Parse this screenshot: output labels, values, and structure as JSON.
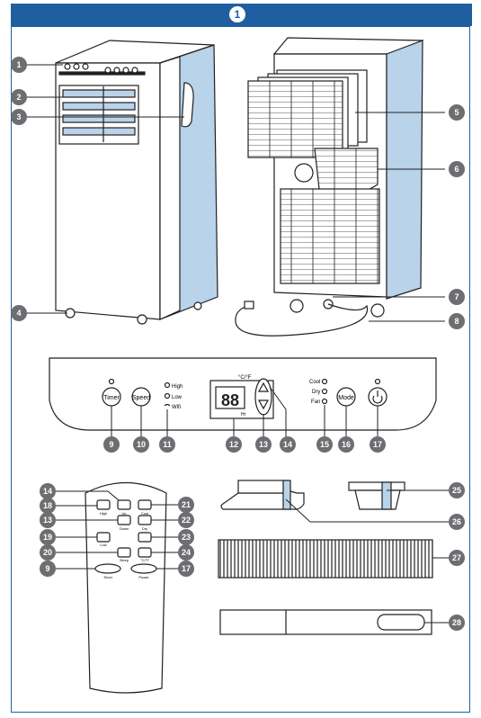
{
  "header": {
    "figure_number": "1"
  },
  "colors": {
    "header_bg": "#1f5fa0",
    "callout": "#6d6e71",
    "accent_blue": "#b8d3ea",
    "line": "#231f20"
  },
  "callouts": {
    "c1": "1",
    "c2": "2",
    "c3": "3",
    "c4": "4",
    "c5": "5",
    "c6": "6",
    "c7": "7",
    "c8": "8",
    "c9": "9",
    "c10": "10",
    "c11": "11",
    "c12": "12",
    "c13": "13",
    "c14": "14",
    "c15": "15",
    "c16": "16",
    "c17": "17",
    "r14": "14",
    "r18": "18",
    "r13": "13",
    "r19": "19",
    "r20": "20",
    "r9": "9",
    "r21": "21",
    "r22": "22",
    "r23": "23",
    "r24": "24",
    "r17": "17",
    "c25": "25",
    "c26": "26",
    "c27": "27",
    "c28": "28"
  },
  "control_panel": {
    "timer": "Timer",
    "speed": "Speed",
    "mode": "Mode",
    "high": "High",
    "low": "Low",
    "wifi": "Wifi",
    "cf": "°C/°F",
    "hr": "Hr",
    "display": "88",
    "cool": "Cool",
    "dry": "Dry",
    "fan": "Fan"
  },
  "remote": {
    "high": "High",
    "up": "Up",
    "cool": "Cool",
    "down": "Down",
    "dry": "Dry",
    "low": "Low",
    "fan_icon": "fan",
    "sleep": "Sleep",
    "cf": "°C/°F",
    "timer": "Timer",
    "power": "Power"
  }
}
